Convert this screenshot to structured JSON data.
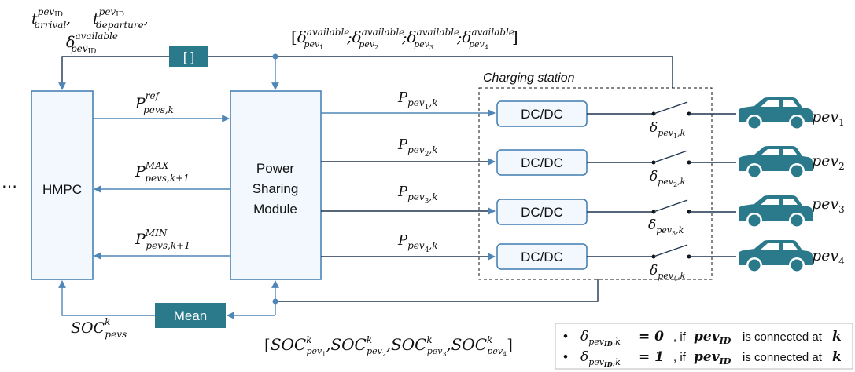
{
  "left_ellipsis": "⋯",
  "blocks": {
    "hmpc": "HMPC",
    "psm_line1": "Power",
    "psm_line2": "Sharing",
    "psm_line3": "Module",
    "bracket": "[ ]",
    "mean": "Mean"
  },
  "station_label": "Charging station",
  "converters": [
    "DC/DC",
    "DC/DC",
    "DC/DC",
    "DC/DC"
  ],
  "vehicles": [
    "pev",
    "pev",
    "pev",
    "pev"
  ],
  "vehicle_subs": [
    "1",
    "2",
    "3",
    "4"
  ],
  "math": {
    "t": "t",
    "arrival": "arrival",
    "departure": "departure",
    "pevid": "pev",
    "pevid_sub": "ID",
    "delta": "δ",
    "available": "available",
    "P": "P",
    "ref": "ref",
    "MAX": "MAX",
    "MIN": "MIN",
    "pevs": "pevs",
    "pevs_k": "pevs,k",
    "pevs_k1": "pevs,k+1",
    "SOC": "SOC",
    "k": "k",
    "k_sep": ",k",
    "comma": ",",
    "semicolon": ";",
    "lbrack": "[",
    "rbrack": "]"
  },
  "legend": {
    "bullet": "•",
    "eq0": "= 0",
    "eq1": "= 1",
    "if": ", if",
    "pev": "pev",
    "ID": "ID",
    "connected_at": "is connected at",
    "k": "k"
  },
  "colors": {
    "block_fill": "#f2f8fd",
    "block_stroke": "#3e7ab0",
    "teal": "#2a7a8c",
    "wire_blue": "#4f86b8",
    "wire_dark": "#1e3550"
  }
}
